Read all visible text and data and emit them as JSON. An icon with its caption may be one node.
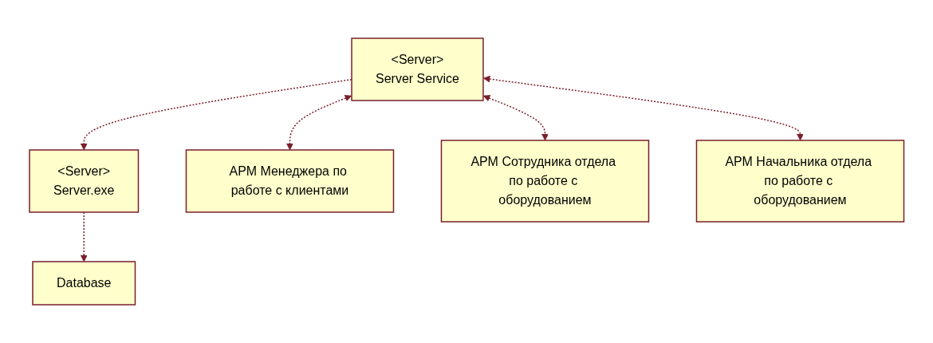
{
  "diagram": {
    "nodes": [
      {
        "text": [
          "Database"
        ]
      },
      {
        "text": [
          "<Server>",
          "Server.exe"
        ]
      },
      {
        "text": [
          "<Server>",
          "Server Service"
        ]
      },
      {
        "text": [
          "АРМ Менеджера по работе с клиентами"
        ]
      },
      {
        "text": [
          "АРМ Сотрудника отдела по работе с оборудованием"
        ]
      },
      {
        "text": [
          "АРМ Начальника отдела по работе с оборудованием"
        ]
      }
    ],
    "edges": [
      {
        "from": 1,
        "to": 0,
        "arrow": "to",
        "style": "dashed"
      },
      {
        "from": 2,
        "to": 1,
        "arrow": "to",
        "style": "dashed"
      },
      {
        "from": 2,
        "to": 3,
        "arrow": "both",
        "style": "dashed"
      },
      {
        "from": 2,
        "to": 5,
        "arrow": "both",
        "style": "dashed"
      },
      {
        "from": 2,
        "to": 4,
        "arrow": "both",
        "style": "dashed"
      }
    ]
  }
}
